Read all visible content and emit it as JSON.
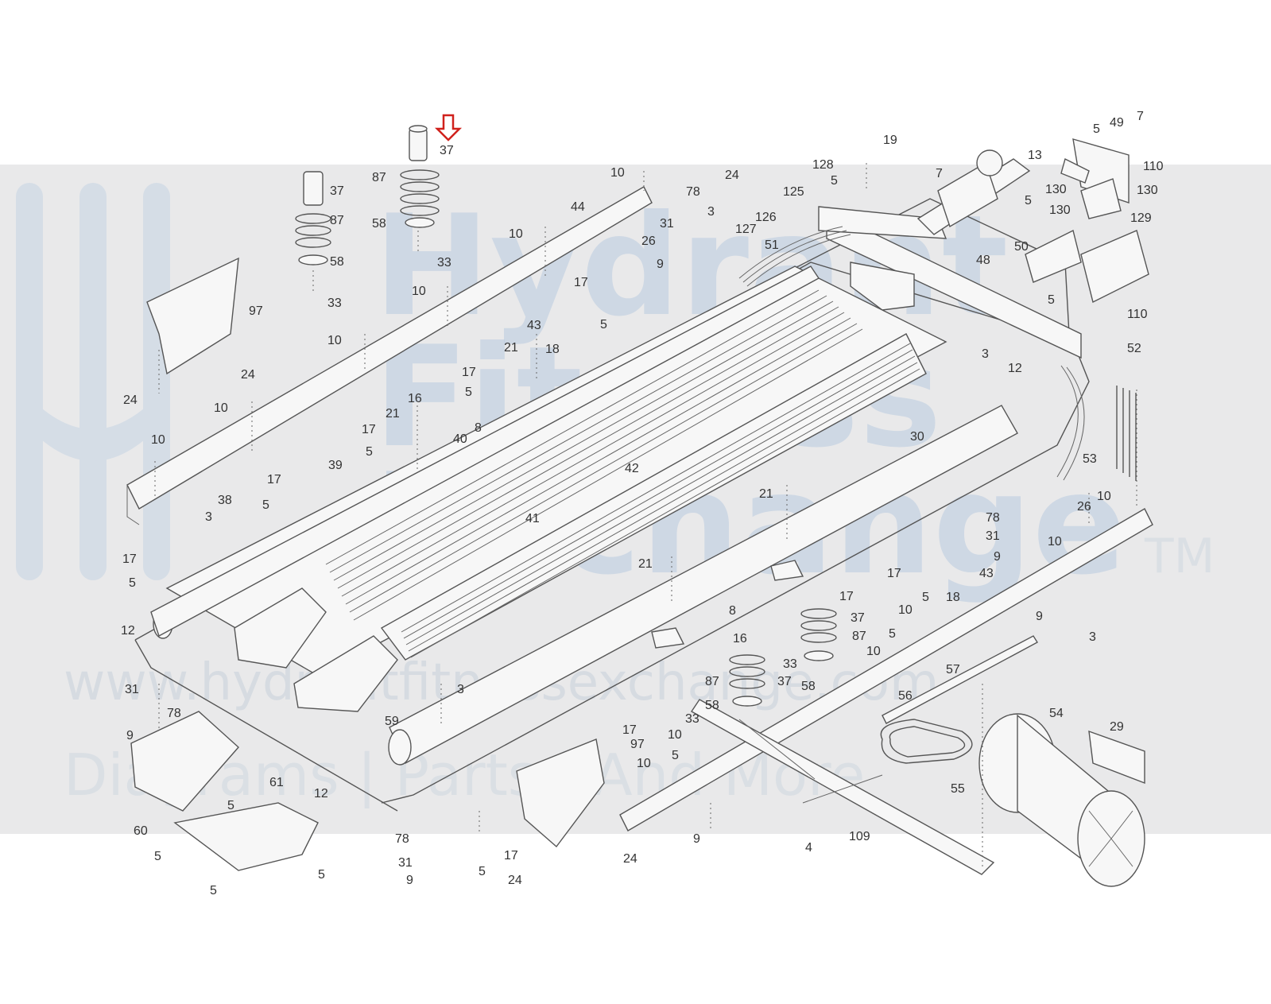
{
  "watermark": {
    "line1": "Hydrant",
    "line2": "Fitness",
    "line3": "Exchange",
    "trademark": "TM",
    "url": "www.hydrantfitnessexchange.com",
    "tagline": "Diagrams | Parts | And More"
  },
  "colors": {
    "band": "#e9e9ea",
    "line": "#555555",
    "label": "#333333",
    "highlight_arrow": "#d0211c",
    "watermark_blue": "#b9cbe0"
  },
  "highlight": {
    "target_part": "37",
    "icon": "down-arrow-icon"
  },
  "labels": [
    {
      "id": "l1",
      "text": "37"
    },
    {
      "id": "l2",
      "text": "87"
    },
    {
      "id": "l3",
      "text": "58"
    },
    {
      "id": "l4",
      "text": "33"
    },
    {
      "id": "l5",
      "text": "10"
    },
    {
      "id": "l6",
      "text": "37"
    },
    {
      "id": "l7",
      "text": "87"
    },
    {
      "id": "l8",
      "text": "58"
    },
    {
      "id": "l9",
      "text": "33"
    },
    {
      "id": "l10",
      "text": "97"
    },
    {
      "id": "l11",
      "text": "24"
    },
    {
      "id": "l12",
      "text": "24"
    },
    {
      "id": "l13",
      "text": "10"
    },
    {
      "id": "l14",
      "text": "44"
    },
    {
      "id": "l15",
      "text": "10"
    },
    {
      "id": "l16",
      "text": "10"
    },
    {
      "id": "l17",
      "text": "10"
    },
    {
      "id": "l18",
      "text": "10"
    },
    {
      "id": "l19",
      "text": "39"
    },
    {
      "id": "l20",
      "text": "17"
    },
    {
      "id": "l21",
      "text": "5"
    },
    {
      "id": "l22",
      "text": "38"
    },
    {
      "id": "l23",
      "text": "3"
    },
    {
      "id": "l24",
      "text": "17"
    },
    {
      "id": "l25",
      "text": "5"
    },
    {
      "id": "l26",
      "text": "12"
    },
    {
      "id": "l27",
      "text": "78"
    },
    {
      "id": "l28",
      "text": "3"
    },
    {
      "id": "l29",
      "text": "24"
    },
    {
      "id": "l30",
      "text": "125"
    },
    {
      "id": "l31",
      "text": "31"
    },
    {
      "id": "l32",
      "text": "126"
    },
    {
      "id": "l33",
      "text": "26"
    },
    {
      "id": "l34",
      "text": "127"
    },
    {
      "id": "l35",
      "text": "9"
    },
    {
      "id": "l36",
      "text": "51"
    },
    {
      "id": "l37",
      "text": "17"
    },
    {
      "id": "l38",
      "text": "5"
    },
    {
      "id": "l39",
      "text": "43"
    },
    {
      "id": "l40",
      "text": "18"
    },
    {
      "id": "l41",
      "text": "21"
    },
    {
      "id": "l42",
      "text": "17"
    },
    {
      "id": "l43",
      "text": "5"
    },
    {
      "id": "l44",
      "text": "16"
    },
    {
      "id": "l45",
      "text": "21"
    },
    {
      "id": "l46",
      "text": "8"
    },
    {
      "id": "l47",
      "text": "17"
    },
    {
      "id": "l48",
      "text": "5"
    },
    {
      "id": "l49",
      "text": "40"
    },
    {
      "id": "l50",
      "text": "41"
    },
    {
      "id": "l51",
      "text": "42"
    },
    {
      "id": "l52",
      "text": "19"
    },
    {
      "id": "l53",
      "text": "128"
    },
    {
      "id": "l54",
      "text": "5"
    },
    {
      "id": "l55",
      "text": "7"
    },
    {
      "id": "l56",
      "text": "48"
    },
    {
      "id": "l57",
      "text": "5"
    },
    {
      "id": "l58",
      "text": "49"
    },
    {
      "id": "l59",
      "text": "7"
    },
    {
      "id": "l60",
      "text": "13"
    },
    {
      "id": "l61",
      "text": "110"
    },
    {
      "id": "l62",
      "text": "130"
    },
    {
      "id": "l63",
      "text": "130"
    },
    {
      "id": "l64",
      "text": "5"
    },
    {
      "id": "l65",
      "text": "130"
    },
    {
      "id": "l66",
      "text": "129"
    },
    {
      "id": "l67",
      "text": "50"
    },
    {
      "id": "l68",
      "text": "5"
    },
    {
      "id": "l69",
      "text": "110"
    },
    {
      "id": "l70",
      "text": "52"
    },
    {
      "id": "l71",
      "text": "3"
    },
    {
      "id": "l72",
      "text": "12"
    },
    {
      "id": "l73",
      "text": "30"
    },
    {
      "id": "l74",
      "text": "53"
    },
    {
      "id": "l75",
      "text": "10"
    },
    {
      "id": "l76",
      "text": "26"
    },
    {
      "id": "l77",
      "text": "21"
    },
    {
      "id": "l78",
      "text": "78"
    },
    {
      "id": "l79",
      "text": "31"
    },
    {
      "id": "l80",
      "text": "10"
    },
    {
      "id": "l81",
      "text": "9"
    },
    {
      "id": "l82",
      "text": "17"
    },
    {
      "id": "l83",
      "text": "5"
    },
    {
      "id": "l84",
      "text": "18"
    },
    {
      "id": "l85",
      "text": "43"
    },
    {
      "id": "l86",
      "text": "21"
    },
    {
      "id": "l87",
      "text": "17"
    },
    {
      "id": "l88",
      "text": "5"
    },
    {
      "id": "l89",
      "text": "10"
    },
    {
      "id": "l90",
      "text": "9"
    },
    {
      "id": "l91",
      "text": "37"
    },
    {
      "id": "l92",
      "text": "87"
    },
    {
      "id": "l93",
      "text": "10"
    },
    {
      "id": "l94",
      "text": "8"
    },
    {
      "id": "l95",
      "text": "16"
    },
    {
      "id": "l96",
      "text": "33"
    },
    {
      "id": "l97",
      "text": "37"
    },
    {
      "id": "l98",
      "text": "58"
    },
    {
      "id": "l99",
      "text": "3"
    },
    {
      "id": "l100",
      "text": "57"
    },
    {
      "id": "l101",
      "text": "87"
    },
    {
      "id": "l102",
      "text": "58"
    },
    {
      "id": "l103",
      "text": "33"
    },
    {
      "id": "l104",
      "text": "56"
    },
    {
      "id": "l105",
      "text": "54"
    },
    {
      "id": "l106",
      "text": "29"
    },
    {
      "id": "l107",
      "text": "17"
    },
    {
      "id": "l108",
      "text": "5"
    },
    {
      "id": "l109",
      "text": "10"
    },
    {
      "id": "l110",
      "text": "97"
    },
    {
      "id": "l111",
      "text": "10"
    },
    {
      "id": "l112",
      "text": "55"
    },
    {
      "id": "l113",
      "text": "3"
    },
    {
      "id": "l114",
      "text": "59"
    },
    {
      "id": "l115",
      "text": "31"
    },
    {
      "id": "l116",
      "text": "78"
    },
    {
      "id": "l117",
      "text": "9"
    },
    {
      "id": "l118",
      "text": "61"
    },
    {
      "id": "l119",
      "text": "12"
    },
    {
      "id": "l120",
      "text": "5"
    },
    {
      "id": "l121",
      "text": "60"
    },
    {
      "id": "l122",
      "text": "5"
    },
    {
      "id": "l123",
      "text": "5"
    },
    {
      "id": "l124",
      "text": "5"
    },
    {
      "id": "l125",
      "text": "78"
    },
    {
      "id": "l126",
      "text": "31"
    },
    {
      "id": "l127",
      "text": "9"
    },
    {
      "id": "l128",
      "text": "5"
    },
    {
      "id": "l129",
      "text": "17"
    },
    {
      "id": "l130",
      "text": "24"
    },
    {
      "id": "l131",
      "text": "24"
    },
    {
      "id": "l132",
      "text": "9"
    },
    {
      "id": "l133",
      "text": "109"
    },
    {
      "id": "l134",
      "text": "4"
    }
  ]
}
